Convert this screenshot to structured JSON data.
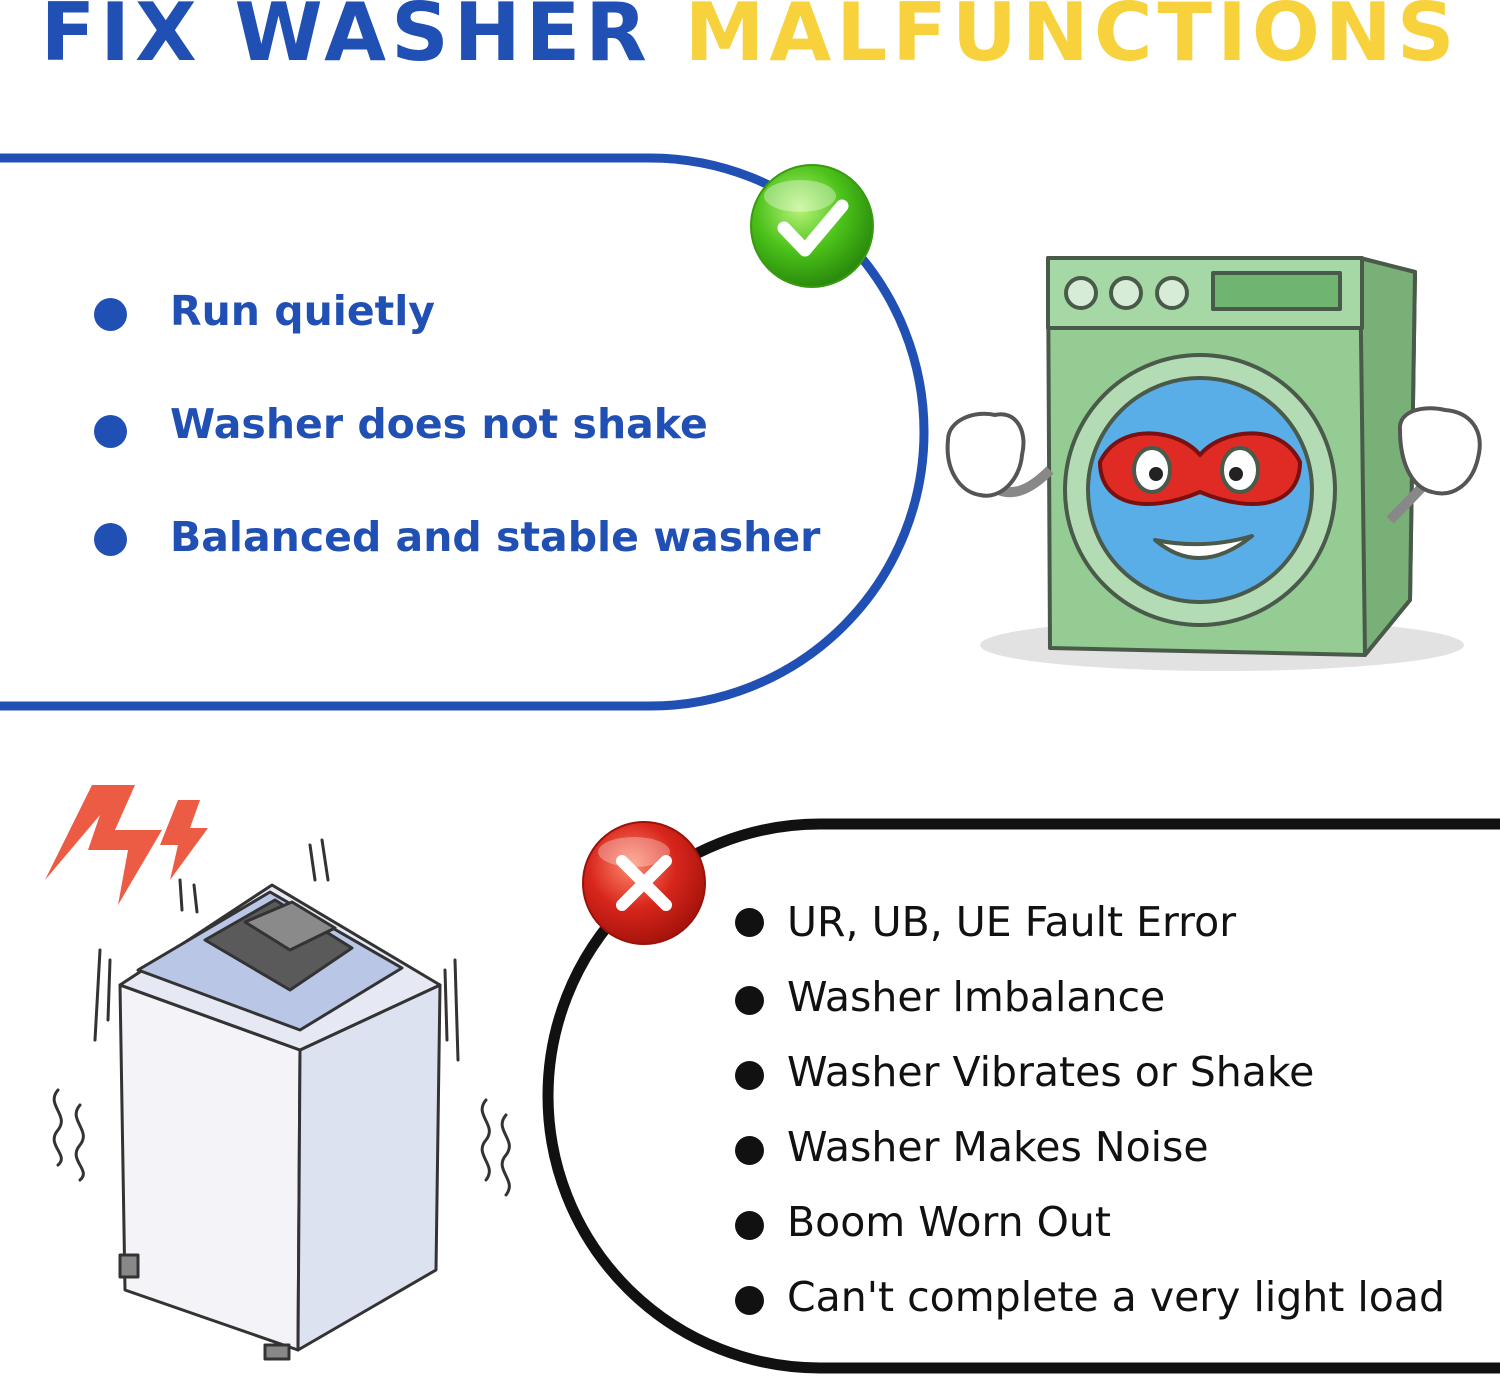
{
  "title": {
    "part1": "FIX WASHER",
    "part2": "MALFUNCTIONS"
  },
  "colors": {
    "blue": "#2150b4",
    "yellow": "#f7d23c",
    "black": "#111111",
    "green_check": "#4cc21a",
    "red_cross": "#d8261c"
  },
  "good_section": {
    "icon": "check-icon",
    "items": [
      "Run quietly",
      "Washer does not shake",
      "Balanced and stable washer"
    ]
  },
  "bad_section": {
    "icon": "cross-icon",
    "items": [
      "UR, UB, UE Fault Error",
      "Washer lmbalance",
      "Washer Vibrates or Shake",
      "Washer Makes Noise",
      "Boom Worn Out",
      "Can't complete a very light load"
    ]
  }
}
